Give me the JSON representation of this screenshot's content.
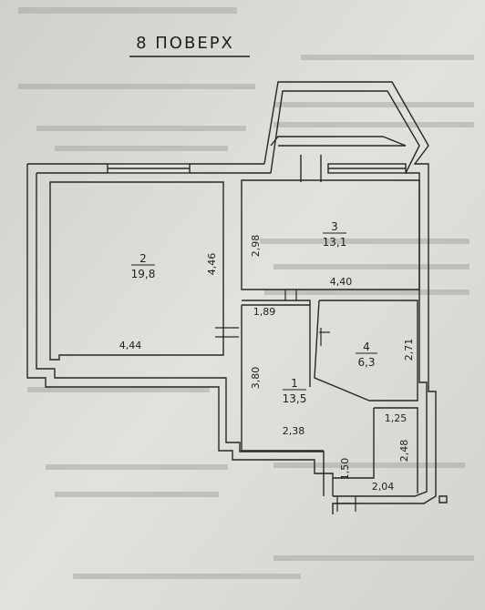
{
  "title": "8 ПОВЕРХ",
  "rooms": [
    {
      "number": "2",
      "area": "19,8"
    },
    {
      "number": "3",
      "area": "13,1"
    },
    {
      "number": "4",
      "area": "6,3"
    },
    {
      "number": "1",
      "area": "13,5"
    }
  ],
  "dimensions": {
    "d_444": "4,44",
    "d_446": "4,46",
    "d_298": "2,98",
    "d_440": "4,40",
    "d_189": "1,89",
    "d_271": "2,71",
    "d_380": "3,80",
    "d_238": "2,38",
    "d_125": "1,25",
    "d_248": "2,48",
    "d_150": "1,50",
    "d_204": "2,04"
  }
}
